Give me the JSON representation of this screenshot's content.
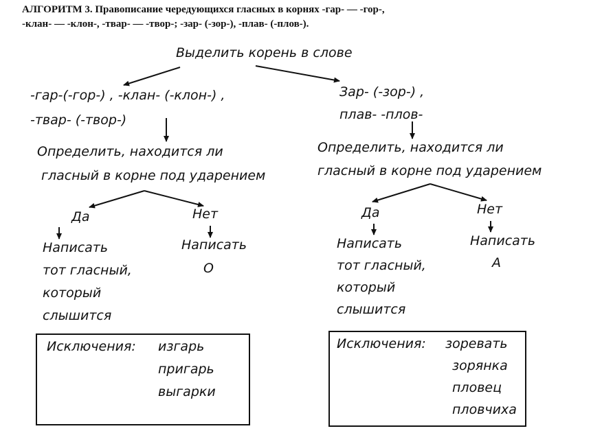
{
  "title": {
    "line1": "АЛГОРИТМ 3. Правописание чередующихся гласных в корнях -гар- — -гор-,",
    "line2": "-клан- — -клон-, -твар- — -твор-; -зар- (-зор-), -плав- (-плов-)."
  },
  "root_step": "Выделить корень в слове",
  "left": {
    "roots_line1": "-гар-(-гор-) , -клан- (-клон-) ,",
    "roots_line2": "-твар- (-твор-)",
    "determine_line1": "Определить, находится ли",
    "determine_line2": "гласный в корне под ударением",
    "yes": "Да",
    "no": "Нет",
    "yes_action": [
      "Написать",
      "тот гласный,",
      "который",
      "слышится"
    ],
    "no_action": [
      "Написать",
      "О"
    ],
    "exceptions_label": "Исключения:",
    "exceptions": [
      "изгарь",
      "пригарь",
      "выгарки"
    ]
  },
  "right": {
    "roots_line1": "Зар- (-зор-) ,",
    "roots_line2": "плав-   -плов-",
    "determine_line1": "Определить, находится ли",
    "determine_line2": "гласный в корне под ударением",
    "yes": "Да",
    "no": "Нет",
    "yes_action": [
      "Написать",
      "тот гласный,",
      "который",
      "слышится"
    ],
    "no_action": [
      "Написать",
      "А"
    ],
    "exceptions_label": "Исключения:",
    "exceptions": [
      "зоревать",
      "зорянка",
      "пловец",
      "пловчиха"
    ]
  }
}
